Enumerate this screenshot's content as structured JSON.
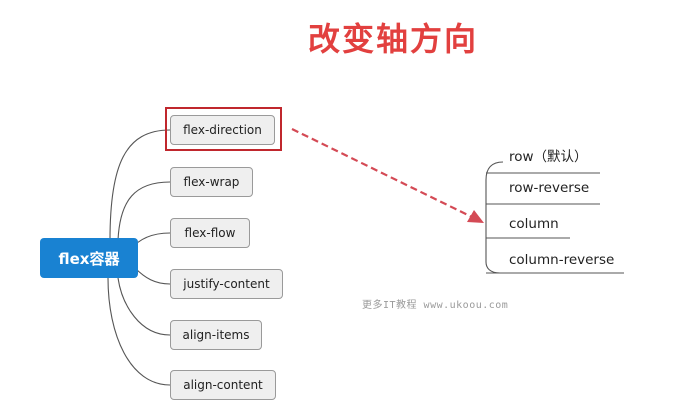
{
  "title": "改变轴方向",
  "root": {
    "label": "flex容器"
  },
  "properties": [
    {
      "label": "flex-direction"
    },
    {
      "label": "flex-wrap"
    },
    {
      "label": "flex-flow"
    },
    {
      "label": "justify-content"
    },
    {
      "label": "align-items"
    },
    {
      "label": "align-content"
    }
  ],
  "values": [
    {
      "label": "row（默认）"
    },
    {
      "label": "row-reverse"
    },
    {
      "label": "column"
    },
    {
      "label": "column-reverse"
    }
  ],
  "watermark": "更多IT教程 www.ukoou.com",
  "colors": {
    "title": "#e2403f",
    "root": "#1982d2",
    "highlight": "#c0272d",
    "arrow": "#d44a55"
  }
}
